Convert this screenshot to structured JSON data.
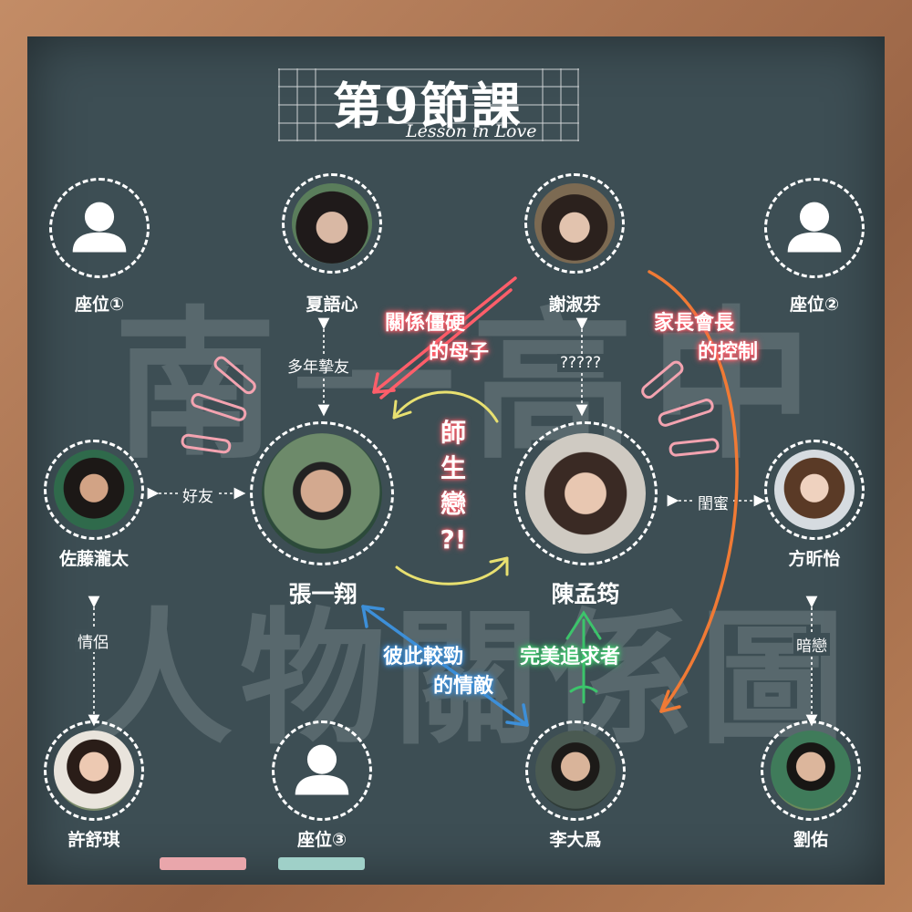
{
  "title": {
    "main": "第9節課",
    "subtitle": "Lesson in Love"
  },
  "watermark": {
    "line1": "南一高中",
    "line2": "人物關係圖"
  },
  "characters": {
    "seat1": {
      "name": "座位①"
    },
    "xia": {
      "name": "夏語心"
    },
    "xie": {
      "name": "謝淑芬"
    },
    "seat2": {
      "name": "座位②"
    },
    "zhang": {
      "name": "張一翔"
    },
    "chen": {
      "name": "陳孟筠"
    },
    "sato": {
      "name": "佐藤瀧太"
    },
    "fang": {
      "name": "方昕怡"
    },
    "xu": {
      "name": "許舒琪"
    },
    "seat3": {
      "name": "座位③"
    },
    "li": {
      "name": "李大爲"
    },
    "liu": {
      "name": "劉佑"
    }
  },
  "relations": {
    "xia_zhang": "多年摯友",
    "xie_chen": "?????",
    "sato_zhang": "好友",
    "chen_fang": "閨蜜",
    "sato_xu": "情侶",
    "fang_liu": "暗戀"
  },
  "highlights": {
    "xie_zhang": [
      "關係僵硬",
      "的母子"
    ],
    "xie_li": [
      "家長會長",
      "的控制"
    ],
    "teacher_student": [
      "師",
      "生",
      "戀",
      "?!"
    ],
    "rivals": [
      "彼此較勁",
      "的情敵"
    ],
    "pursuer": "完美追求者"
  },
  "colors": {
    "board": "#3d4e54",
    "frame": "#b07a58",
    "red": "#ff5e6a",
    "orange": "#f07a35",
    "yellow": "#e8e070",
    "blue": "#3d8fd8",
    "green": "#3cc46b",
    "pink": "#f3a3b0",
    "chalk_pink": "#e9a6ab",
    "chalk_teal": "#9fd0c8"
  }
}
